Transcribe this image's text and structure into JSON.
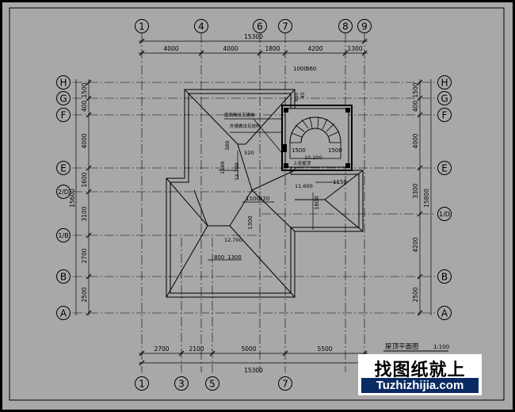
{
  "colors": {
    "paper": "#a8a8a8",
    "line": "#000000",
    "border": "#000000",
    "watermark_bar": "#0a2a63"
  },
  "grid_top": [
    "1",
    "4",
    "6",
    "7",
    "8",
    "9"
  ],
  "grid_bottom": [
    "1",
    "3",
    "5",
    "7"
  ],
  "grid_left": [
    "H",
    "G",
    "F",
    "E",
    "2/D",
    "1/B",
    "B",
    "A"
  ],
  "grid_right": [
    "H",
    "G",
    "F",
    "E",
    "1/D",
    "B",
    "A"
  ],
  "dims_top_total": "15300",
  "dims_top": [
    "4000",
    "4000",
    "1800",
    "4200",
    "1300"
  ],
  "dims_bottom_total": "15300",
  "dims_bottom": [
    "2700",
    "2100",
    "5000",
    "5500"
  ],
  "dims_left_total": "15600",
  "dims_left": [
    "1500",
    "400",
    "4000",
    "1600",
    "3100",
    "2700",
    "2500"
  ],
  "dims_right_total": "15800",
  "dims_right": [
    "1500",
    "400",
    "4000",
    "3300",
    "4200",
    "2500"
  ],
  "annotations": {
    "d1000": "1000",
    "d360": "360",
    "d650": "650",
    "d45": "45",
    "d380": "380",
    "d520": "520",
    "d1140": "1140",
    "d12700_a": "12.700",
    "d1100": "1100",
    "d620": "620",
    "d1300_a": "1300",
    "d1600": "1600",
    "d12700_b": "12.700",
    "d800": "800",
    "d1300_b": "1300",
    "d1500_a": "1500",
    "d1500_b": "1500",
    "d10200": "10.200",
    "d11600": "11.600",
    "d1150": "1150",
    "stair": "上至屋顶",
    "note1": "屋面做法见建施",
    "note2": "外墙做法见说明",
    "title": "屋顶平面图",
    "scale": "1:100"
  },
  "watermark": {
    "cn": "找图纸就上",
    "en": "Tuzhizhijia.com"
  }
}
